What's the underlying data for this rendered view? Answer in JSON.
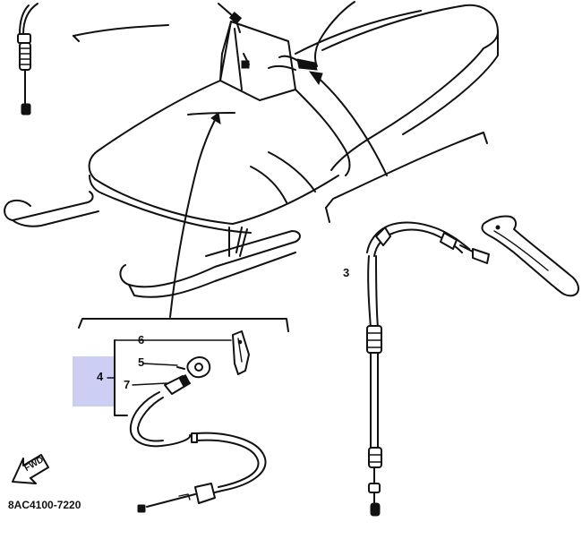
{
  "diagram": {
    "part_code": "8AC4100-7220",
    "direction_label": "FWD",
    "highlight_color": "#c4c6f2",
    "callouts": [
      {
        "id": "callout-3",
        "number": "3"
      },
      {
        "id": "callout-4",
        "number": "4"
      },
      {
        "id": "callout-5",
        "number": "5"
      },
      {
        "id": "callout-6",
        "number": "6"
      },
      {
        "id": "callout-7",
        "number": "7"
      }
    ]
  }
}
